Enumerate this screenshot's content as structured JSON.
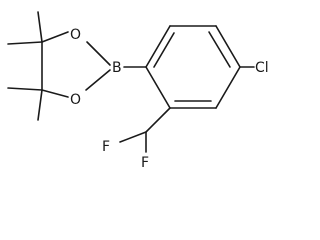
{
  "structure": {
    "atoms": {
      "boron": "B",
      "oxygen_top": "O",
      "oxygen_bottom": "O",
      "chlorine": "Cl",
      "fluorine_left": "F",
      "fluorine_right": "F"
    }
  }
}
